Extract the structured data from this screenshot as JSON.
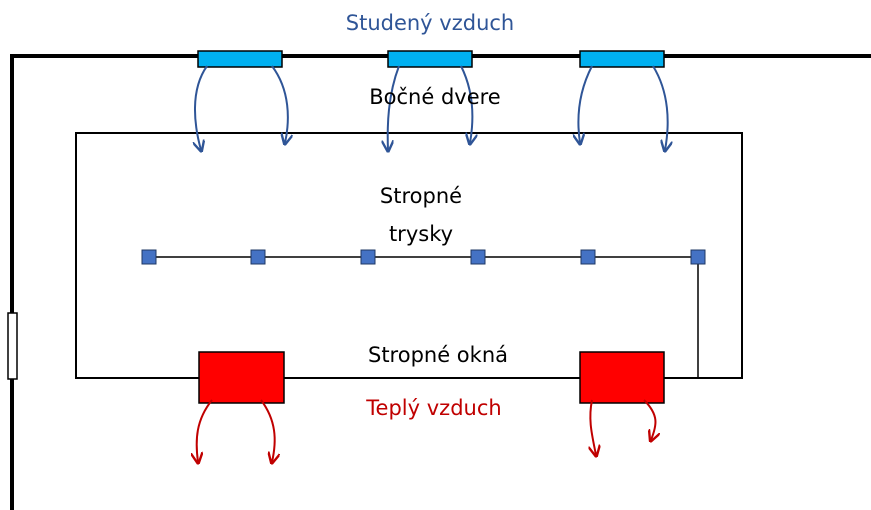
{
  "labels": {
    "cold_air": "Studený vzduch",
    "side_doors": "Bočné dvere",
    "ceiling_nozzles_line1": "Stropné",
    "ceiling_nozzles_line2": "trysky",
    "ceiling_windows": "Stropné okná",
    "warm_air": "Teplý vzduch"
  },
  "colors": {
    "cold_text": "#2f5597",
    "cold_vent_fill": "#00b0f0",
    "cold_arrow": "#2f5597",
    "warm": "#c00000",
    "warm_window_fill": "#ff0000",
    "nozzle_fill": "#4472c4",
    "outline": "#000000"
  }
}
